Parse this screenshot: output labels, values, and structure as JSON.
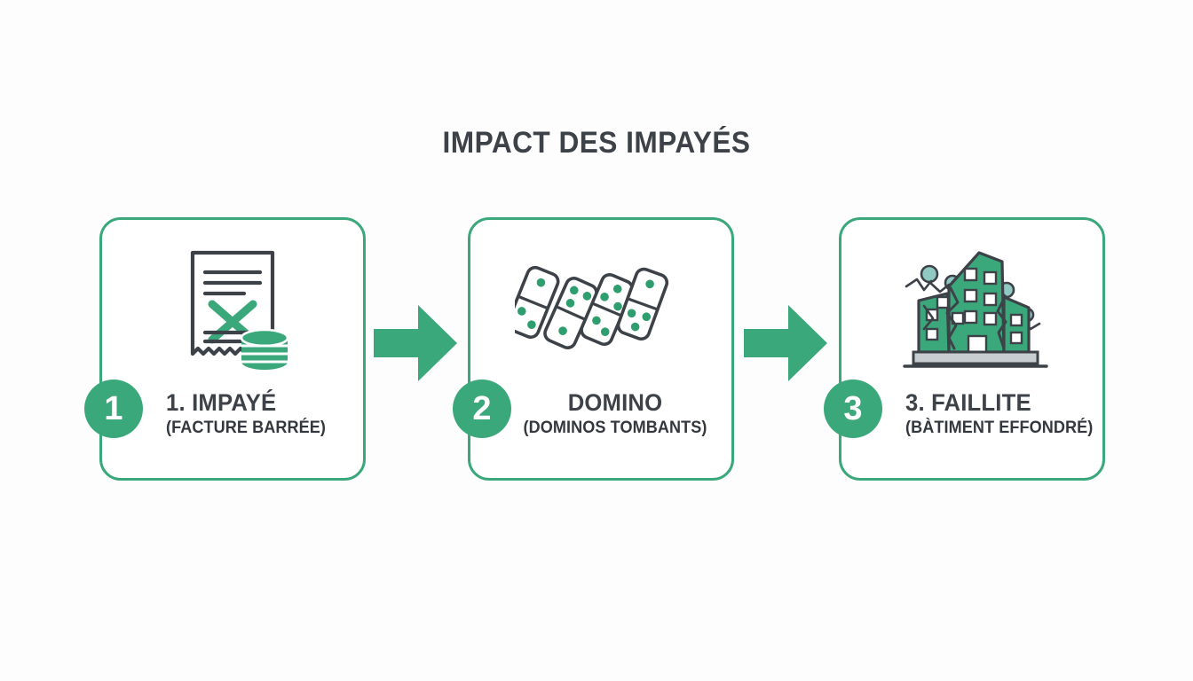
{
  "title": "IMPACT DES IMPAYÉS",
  "colors": {
    "green": "#3aa87b",
    "green_light": "#8fc9c2",
    "dark": "#3d4248",
    "gray": "#c8cdd1",
    "background": "#fdfdfd",
    "white": "#ffffff"
  },
  "steps": [
    {
      "number": "1",
      "title": "1. IMPAYÉ",
      "subtitle": "(FACTURE BARRÉE)",
      "icon": "invoice-crossed-out-with-coins-icon",
      "align": "left"
    },
    {
      "number": "2",
      "title": "DOMINO",
      "subtitle": "(DOMINOS TOMBANTS)",
      "icon": "falling-dominoes-icon",
      "align": "center"
    },
    {
      "number": "3",
      "title": "3. FAILLITE",
      "subtitle": "(BÀTIMENT EFFONDRÉ)",
      "icon": "collapsed-building-icon",
      "align": "left"
    }
  ],
  "arrows": [
    {
      "name": "arrow-step1-to-step2",
      "direction": "right"
    },
    {
      "name": "arrow-step2-to-step3",
      "direction": "right"
    }
  ]
}
